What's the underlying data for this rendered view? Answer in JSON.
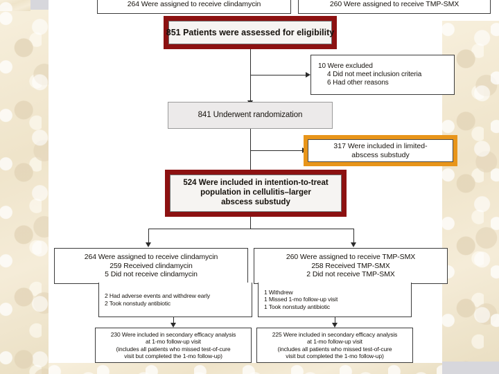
{
  "slide": {
    "title": "CONSORT patient flow diagram",
    "colors": {
      "highlight_red": "#8c1111",
      "highlight_orange": "#e8951a",
      "box_border": "#3a3a3a",
      "parchment": "#f2e8d2",
      "grey_fill": "#eceaea"
    }
  },
  "flow": {
    "top_partial_left": {
      "lines": [
        "264 Were assigned to receive clindamycin"
      ]
    },
    "top_partial_right": {
      "lines": [
        "260 Were assigned to receive TMP-SMX"
      ]
    },
    "eligibility": {
      "lines": [
        "851 Patients were assessed for eligibility"
      ]
    },
    "excluded": {
      "lines": [
        "10 Were excluded",
        "4 Did not meet inclusion criteria",
        "6 Had other reasons"
      ]
    },
    "randomization": {
      "lines": [
        "841 Underwent randomization"
      ]
    },
    "limited_abscess_substudy": {
      "lines": [
        "317 Were included in limited-",
        "abscess substudy"
      ]
    },
    "itt_population": {
      "lines": [
        "524 Were included in intention-to-treat",
        "population in cellulitis–larger",
        "abscess substudy"
      ]
    },
    "assigned_clindamycin": {
      "lines": [
        "264 Were assigned to receive clindamycin",
        "259 Received clindamycin",
        "5 Did not receive clindamycin"
      ]
    },
    "assigned_tmpsmx": {
      "lines": [
        "260 Were assigned to receive TMP-SMX",
        "258 Received TMP-SMX",
        "2 Did not receive TMP-SMX"
      ]
    },
    "lost_clindamycin": {
      "lines": [
        "2 Had adverse events and withdrew early",
        "2 Took nonstudy antibiotic"
      ]
    },
    "lost_tmpsmx": {
      "lines": [
        "1 Withdrew",
        "1 Missed 1-mo follow-up visit",
        "1 Took nonstudy antibiotic"
      ]
    },
    "secondary_clindamycin": {
      "lines": [
        "230 Were included in secondary efficacy analysis",
        "at 1-mo follow-up visit",
        "(includes all patients who missed test-of-cure",
        "visit but completed the 1-mo follow-up)"
      ]
    },
    "secondary_tmpsmx": {
      "lines": [
        "225 Were included in secondary efficacy analysis",
        "at 1-mo follow-up visit",
        "(includes all patients who missed test-of-cure",
        "visit but completed the 1-mo follow-up)"
      ]
    }
  }
}
